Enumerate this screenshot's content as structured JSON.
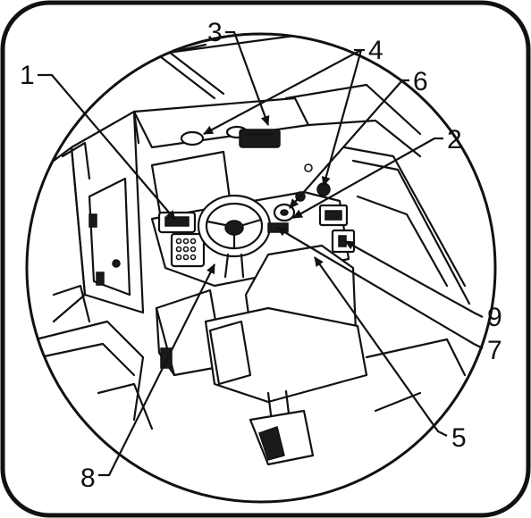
{
  "callouts": [
    {
      "label": "1"
    },
    {
      "label": "2"
    },
    {
      "label": "3"
    },
    {
      "label": "4"
    },
    {
      "label": "5"
    },
    {
      "label": "6"
    },
    {
      "label": "7"
    },
    {
      "label": "8"
    },
    {
      "label": "9"
    }
  ],
  "colors": {
    "line": "#111111",
    "background": "#ffffff",
    "frame": "#111111"
  }
}
